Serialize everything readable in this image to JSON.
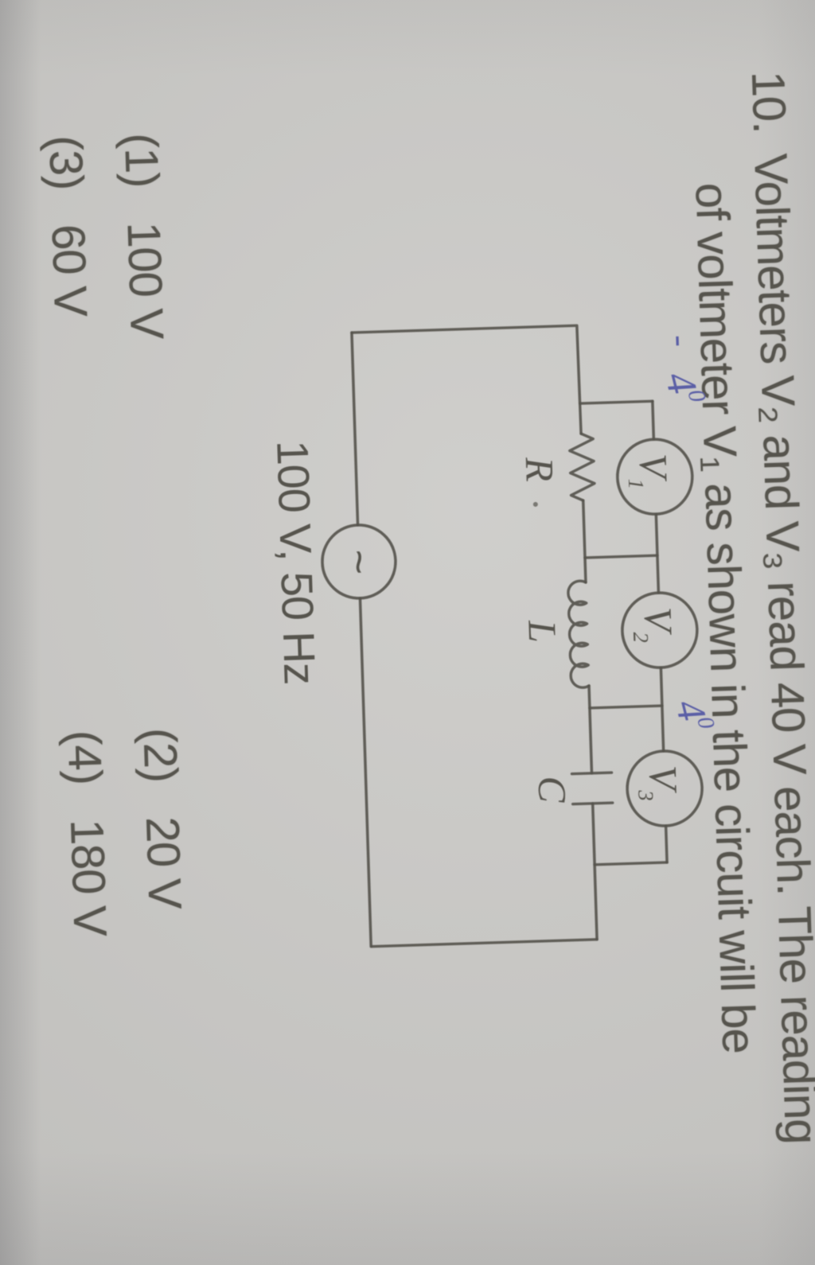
{
  "page": {
    "question": {
      "number": "10.",
      "line1": "Voltmeters V₂ and V₃ read 40 V each. The reading",
      "line2": "of voltmeter V₁ as shown in the circuit will be"
    },
    "options": [
      {
        "label": "(1)",
        "value": "100 V"
      },
      {
        "label": "(2)",
        "value": "20 V"
      },
      {
        "label": "(3)",
        "value": "60 V"
      },
      {
        "label": "(4)",
        "value": "180 V"
      }
    ],
    "circuit": {
      "source": {
        "symbol": "~",
        "label": "100 V, 50 Hz"
      },
      "components": {
        "resistor": "R",
        "inductor": "L",
        "capacitor": "C"
      },
      "voltmeters": [
        {
          "name": "V",
          "sub": "1"
        },
        {
          "name": "V",
          "sub": "2"
        },
        {
          "name": "V",
          "sub": "3"
        }
      ],
      "handwritten": {
        "dash": "-",
        "marks": [
          {
            "digit": "4",
            "small": "0"
          },
          {
            "digit": "4",
            "small": "0"
          }
        ]
      }
    },
    "colors": {
      "paper": "#cac9c6",
      "print": "#56544d",
      "ink": "#5b5fa6"
    }
  }
}
